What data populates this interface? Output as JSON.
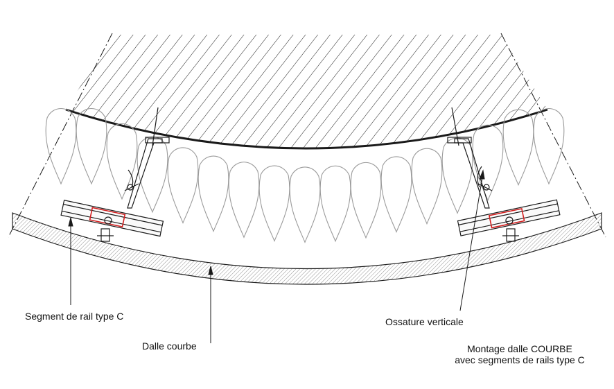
{
  "labels": {
    "rail_segment": "Segment de rail type C",
    "vertical_frame": "Ossature verticale",
    "curved_slab": "Dalle courbe"
  },
  "caption": {
    "line1": "Montage dalle COURBE",
    "line2": "avec segments de rails type C"
  },
  "colors": {
    "line": "#1a1a1a",
    "bracket_highlight": "#d21e1e",
    "insulation": "#9a9a9a"
  }
}
